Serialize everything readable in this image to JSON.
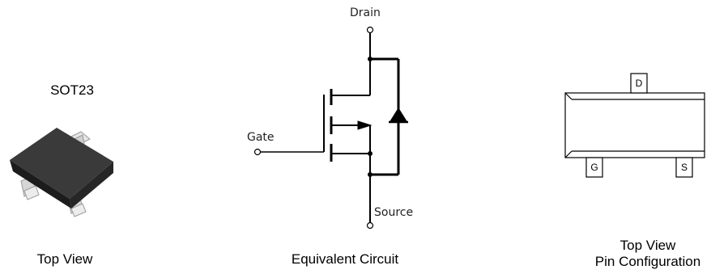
{
  "package": {
    "name": "SOT23",
    "caption": "Top View"
  },
  "circuit": {
    "caption": "Equivalent Circuit",
    "drain_label": "Drain",
    "gate_label": "Gate",
    "source_label": "Source"
  },
  "pin_config": {
    "caption_line1": "Top View",
    "caption_line2": "Pin Configuration",
    "pins": [
      "D",
      "G",
      "S"
    ]
  },
  "colors": {
    "package_body": "#2b2b2b",
    "package_lead": "#d9d9d9",
    "line": "#000000"
  }
}
